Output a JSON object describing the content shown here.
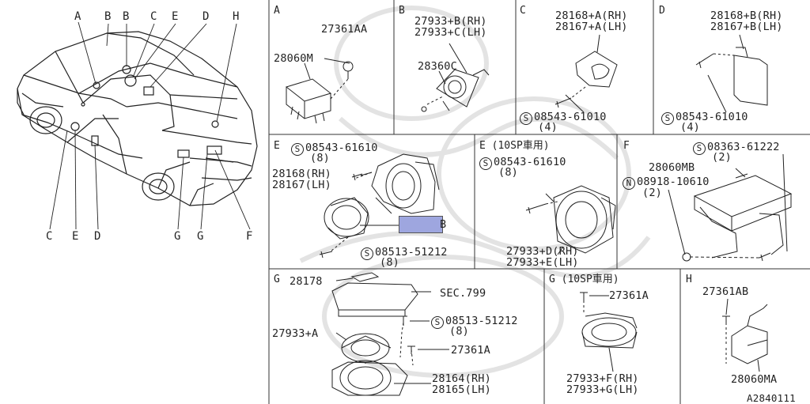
{
  "diagram_id": "A2840111",
  "overview": {
    "top_letters": [
      "A",
      "B",
      "B",
      "C",
      "E",
      "D",
      "H"
    ],
    "bottom_letters": [
      "C",
      "E",
      "D",
      "G",
      "G",
      "F"
    ]
  },
  "panels": {
    "A": {
      "title": "A",
      "parts": [
        "27361AA",
        "28060M"
      ]
    },
    "B": {
      "title": "B",
      "parts": [
        "27933+B(RH)",
        "27933+C(LH)",
        "28360C"
      ]
    },
    "C": {
      "title": "C",
      "parts": [
        "28168+A(RH)",
        "28167+A(LH)"
      ],
      "screw": {
        "marker": "S",
        "part": "08543-61010",
        "qty": "(4)"
      }
    },
    "D": {
      "title": "D",
      "parts": [
        "28168+B(RH)",
        "28167+B(LH)"
      ],
      "screw": {
        "marker": "S",
        "part": "08543-61010",
        "qty": "(4)"
      }
    },
    "E": {
      "title": "E",
      "parts": [
        "28168(RH)",
        "28167(LH)"
      ],
      "screw1": {
        "marker": "S",
        "part": "08543-61610",
        "qty": "(8)"
      },
      "screw2": {
        "marker": "S",
        "part": "08513-51212",
        "qty": "(8)"
      },
      "highlight_label": "B"
    },
    "E2": {
      "title": "E (10SP車用)",
      "parts": [
        "27933+D(RH)",
        "27933+E(LH)"
      ],
      "screw": {
        "marker": "S",
        "part": "08543-61610",
        "qty": "(8)"
      }
    },
    "F": {
      "title": "F",
      "parts": [
        "28060MB"
      ],
      "screw": {
        "marker": "S",
        "part": "08363-61222",
        "qty": "(2)"
      },
      "nut": {
        "marker": "N",
        "part": "08918-10610",
        "qty": "(2)"
      }
    },
    "G": {
      "title": "G",
      "parts": [
        "28178",
        "SEC.799",
        "27933+A",
        "27361A",
        "28164(RH)",
        "28165(LH)"
      ],
      "screw": {
        "marker": "S",
        "part": "08513-51212",
        "qty": "(8)"
      }
    },
    "G2": {
      "title": "G (10SP車用)",
      "parts": [
        "27361A",
        "27933+F(RH)",
        "27933+G(LH)"
      ]
    },
    "H": {
      "title": "H",
      "parts": [
        "27361AB",
        "28060MA"
      ]
    }
  },
  "colors": {
    "line": "#222222",
    "highlight": "#9ea6df",
    "watermark": "#e6e6e6"
  }
}
